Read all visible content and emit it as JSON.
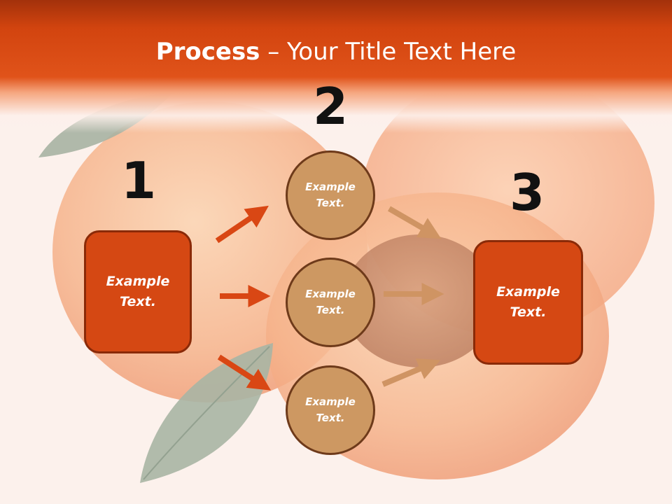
{
  "title": {
    "bold": "Process",
    "rest": " – Your Title Text Here"
  },
  "steps": [
    {
      "number": "1"
    },
    {
      "number": "2"
    },
    {
      "number": "3"
    }
  ],
  "left_box": {
    "text": "Example\nText."
  },
  "circles": [
    {
      "text": "Example\nText."
    },
    {
      "text": "Example\nText."
    },
    {
      "text": "Example\nText."
    }
  ],
  "right_box": {
    "text": "Example\nText."
  },
  "colors": {
    "header": "#d2440f",
    "box": "#d54813",
    "circle": "#cd9862",
    "arrow_left": "#d94714",
    "arrow_right": "#cf9463"
  }
}
